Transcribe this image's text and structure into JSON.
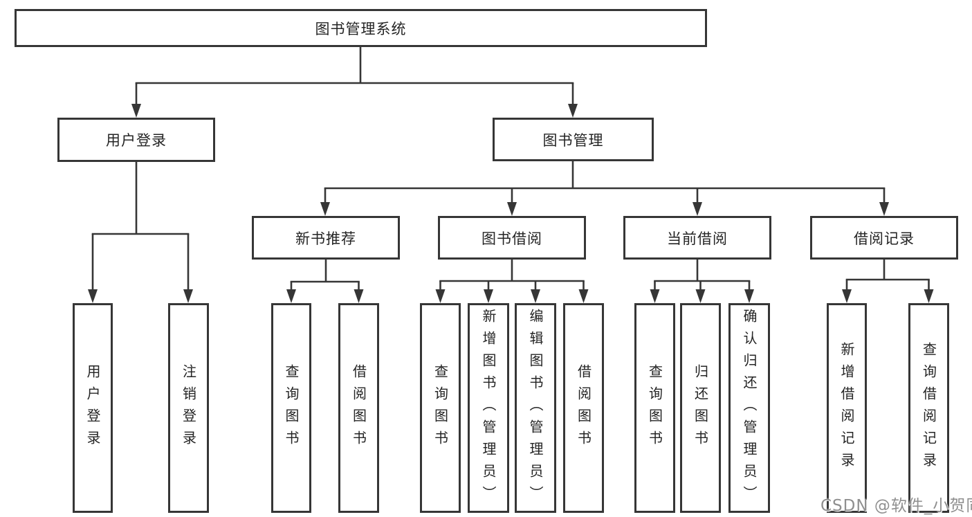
{
  "diagram": {
    "title_node": {
      "label": "图书管理系统"
    },
    "level2": [
      {
        "id": "user-login",
        "label": "用户登录"
      },
      {
        "id": "book-management",
        "label": "图书管理"
      }
    ],
    "level3": [
      {
        "id": "new-book-recommend",
        "label": "新书推荐"
      },
      {
        "id": "book-borrowing",
        "label": "图书借阅"
      },
      {
        "id": "current-borrowing",
        "label": "当前借阅"
      },
      {
        "id": "borrowing-records",
        "label": "借阅记录"
      }
    ],
    "leaves": {
      "user_login": [
        {
          "label": "用户登录"
        },
        {
          "label": "注销登录"
        }
      ],
      "new_book_recommend": [
        {
          "label": "查询图书"
        },
        {
          "label": "借阅图书"
        }
      ],
      "book_borrowing": [
        {
          "label": "查询图书"
        },
        {
          "label": "新增图书（管理员）"
        },
        {
          "label": "编辑图书（管理员）"
        },
        {
          "label": "借阅图书"
        }
      ],
      "current_borrowing": [
        {
          "label": "查询图书"
        },
        {
          "label": "归还图书"
        },
        {
          "label": "确认归还（管理员）"
        }
      ],
      "borrowing_records": [
        {
          "label": "新增借阅记录"
        },
        {
          "label": "查询借阅记录"
        }
      ]
    }
  },
  "watermark": {
    "text": "CSDN @软件_小贺同学"
  },
  "colors": {
    "line": "#363636",
    "box_border": "#363636",
    "box_fill": "#ffffff",
    "text": "#242424",
    "watermark": "#8f8f8f",
    "background": "#ffffff"
  }
}
